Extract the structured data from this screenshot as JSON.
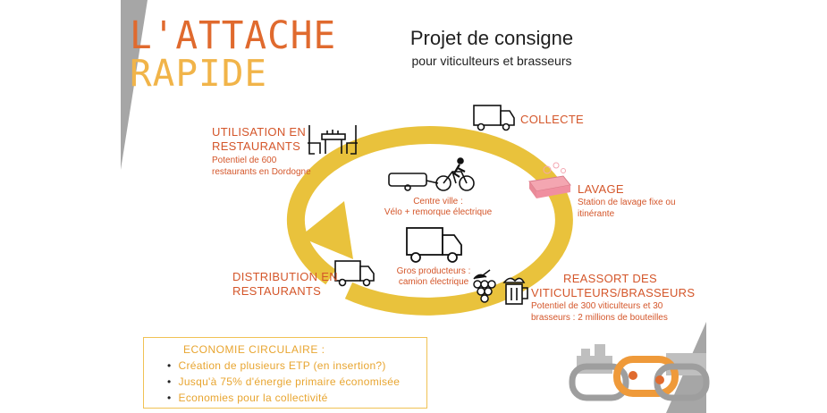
{
  "logo": {
    "line1": "L'ATTACHE",
    "line2": "RAPIDE"
  },
  "header": {
    "title": "Projet de consigne",
    "subtitle": "pour viticulteurs et brasseurs"
  },
  "steps": {
    "collecte": {
      "label": "COLLECTE"
    },
    "lavage": {
      "label": "LAVAGE",
      "note1": "Station de lavage fixe ou",
      "note2": "itinérante"
    },
    "reassort": {
      "label1": "REASSORT DES",
      "label2": "VITICULTEURS/BRASSEURS",
      "note1": "Potentiel de 300 viticulteurs et 30",
      "note2": "brasseurs : 2 millions de bouteilles"
    },
    "distribution": {
      "label1": "DISTRIBUTION EN",
      "label2": "RESTAURANTS"
    },
    "utilisation": {
      "label1": "UTILISATION EN",
      "label2": "RESTAURANTS",
      "note1": "Potentiel de 600",
      "note2": "restaurants en Dordogne"
    }
  },
  "center": {
    "bike": {
      "line1": "Centre ville :",
      "line2": "Vélo + remorque électrique"
    },
    "truck": {
      "line1": "Gros producteurs :",
      "line2": "camion électrique"
    }
  },
  "economie": {
    "title": "ECONOMIE CIRCULAIRE :",
    "items": [
      "Création de plusieurs ETP (en insertion?)",
      "Jusqu'à 75% d'énergie primaire économisée",
      "Economies pour la collectivité"
    ],
    "bullet": "•"
  },
  "colors": {
    "orange": "#d4562a",
    "gold": "#f1b449",
    "cycle": "#e9c23c",
    "grey": "#9a9a9a"
  },
  "icons": [
    "table-chairs-icon",
    "truck-icon",
    "soap-icon",
    "grapes-icon",
    "beer-mug-icon",
    "bicycle-trailer-icon",
    "chain-link-icon"
  ]
}
